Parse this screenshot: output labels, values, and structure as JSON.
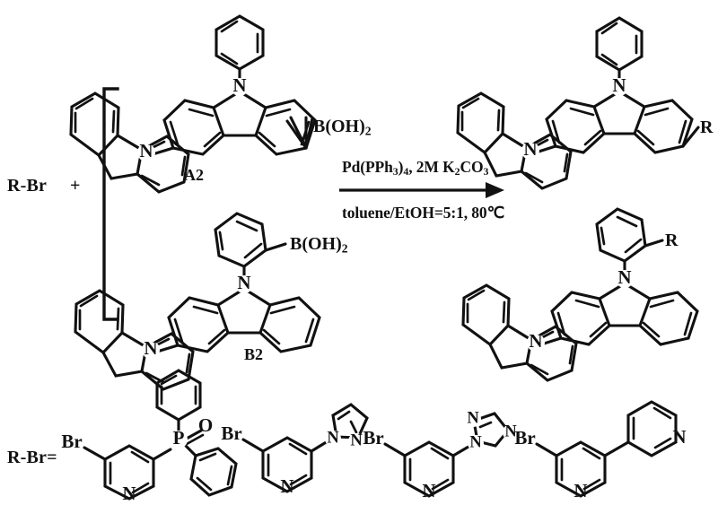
{
  "scheme": {
    "title": "Suzuki coupling reaction scheme for carbazole-based boronic acids",
    "background_color": "#ffffff",
    "ink_color": "#111111"
  },
  "reactants": {
    "generic_halide": "R-Br",
    "plus_sign": "+",
    "bracket": "left-square-bracket",
    "boronic_acid_label": "B(OH)",
    "boronic_acid_sub": "2"
  },
  "reagent_labels": {
    "a2": "A2",
    "b2": "B2"
  },
  "conditions": {
    "above_arrow": "Pd(PPh3)4, 2M K2CO3",
    "above_parts": [
      {
        "t": "Pd(PPh"
      },
      {
        "t": "3",
        "sub": true
      },
      {
        "t": ")"
      },
      {
        "t": "4",
        "sub": true
      },
      {
        "t": ", 2M K"
      },
      {
        "t": "2",
        "sub": true
      },
      {
        "t": "CO"
      },
      {
        "t": "3",
        "sub": true
      }
    ],
    "below_arrow": "toluene/EtOH=5:1, 80℃",
    "arrow": "right-arrow"
  },
  "products": {
    "r_group_top": "R",
    "r_group_bottom": "R"
  },
  "rbr_definition": {
    "prefix": "R-Br=",
    "substituents": [
      {
        "name": "3-bromo-5-(diphenylphosphoryl)pyridine",
        "bromine": "Br",
        "ring_nitrogen": "N",
        "phosphorus": "P",
        "oxygen": "O"
      },
      {
        "name": "3-bromo-5-(1H-pyrazol-1-yl)pyridine",
        "bromine": "Br",
        "ring_nitrogen": "N",
        "azole_n1": "N",
        "azole_n2": "N"
      },
      {
        "name": "3-bromo-5-(1H-1,2,4-triazol-1-yl)pyridine",
        "bromine": "Br",
        "ring_nitrogen": "N",
        "azole_n1": "N",
        "azole_n2": "N",
        "azole_n4": "N"
      },
      {
        "name": "3-bromo-3'-bipyridine",
        "bromine": "Br",
        "ring_nitrogen": "N",
        "ring2_nitrogen": "N"
      }
    ]
  }
}
